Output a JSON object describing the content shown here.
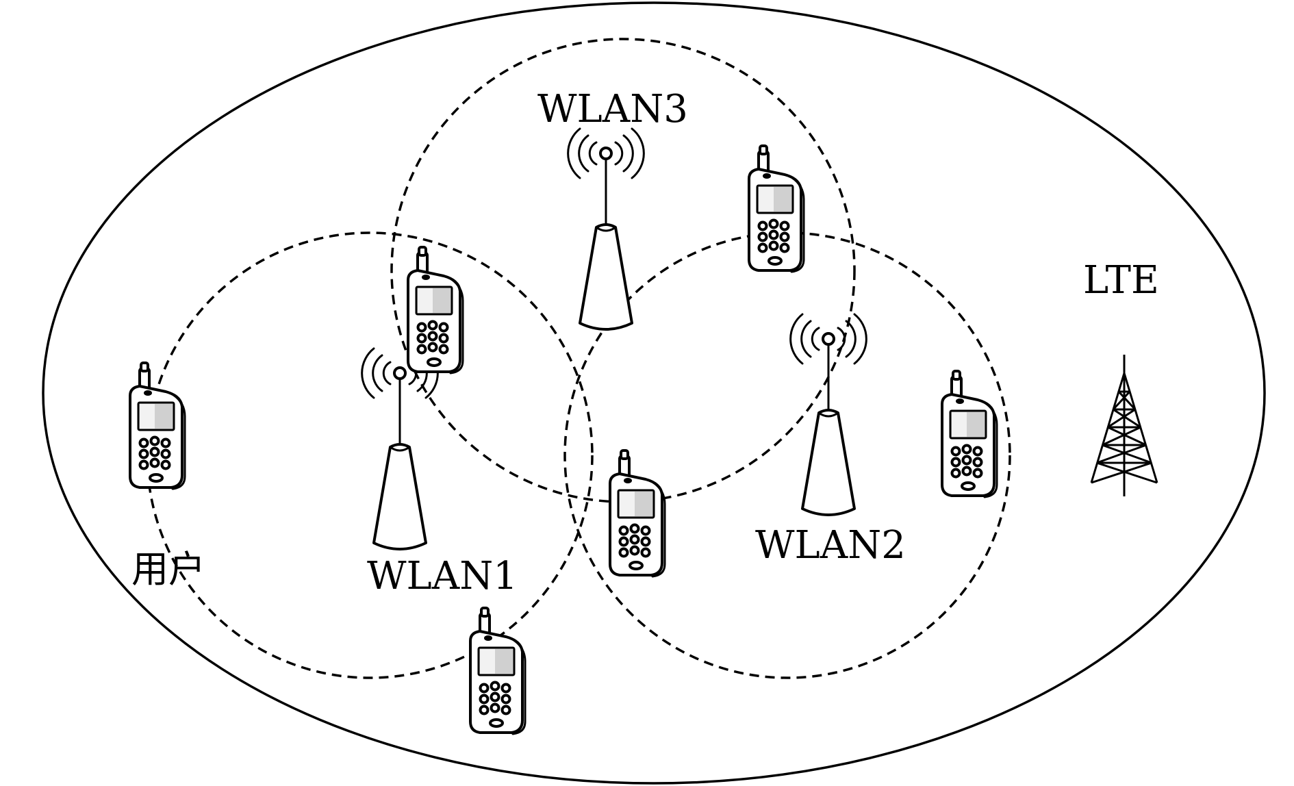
{
  "labels": {
    "lte": "LTE",
    "wlan1": "WLAN1",
    "wlan2": "WLAN2",
    "wlan3": "WLAN3",
    "user": "用户"
  }
}
